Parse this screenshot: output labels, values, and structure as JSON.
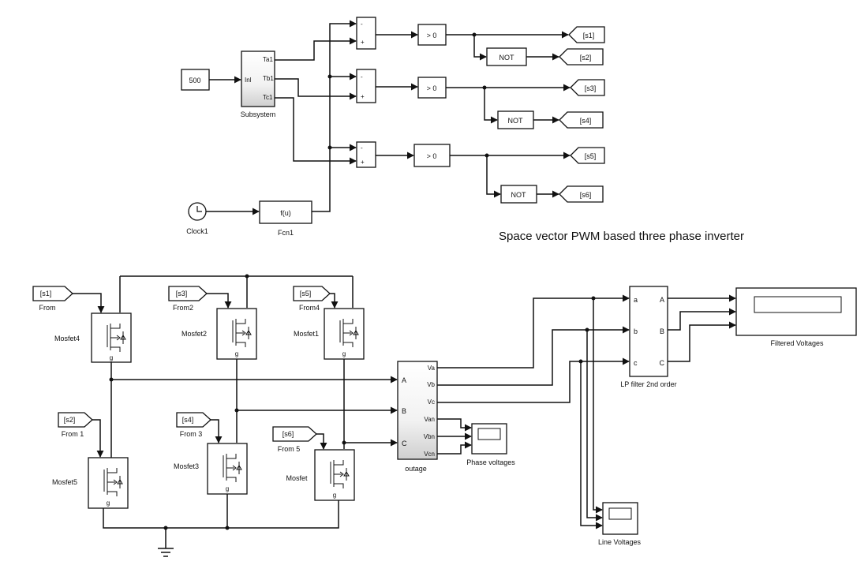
{
  "title": "Space vector PWM based three phase inverter",
  "top": {
    "constant": "500",
    "subsystem": {
      "name": "Subsystem",
      "in_port": "Inl",
      "out_ports": [
        "Ta1",
        "Tb1",
        "Tc1"
      ]
    },
    "clock": "Clock1",
    "fcn": {
      "expr": "f(u)",
      "name": "Fcn1"
    },
    "sum_signs": [
      "-",
      "+"
    ],
    "compare": "> 0",
    "not_label": "NOT",
    "gotos": [
      "[s1]",
      "[s2]",
      "[s3]",
      "[s4]",
      "[s5]",
      "[s6]"
    ]
  },
  "bottom": {
    "froms": [
      {
        "tag": "[s1]",
        "name": "From"
      },
      {
        "tag": "[s3]",
        "name": "From2"
      },
      {
        "tag": "[s5]",
        "name": "From4"
      },
      {
        "tag": "[s2]",
        "name": "From 1"
      },
      {
        "tag": "[s4]",
        "name": "From 3"
      },
      {
        "tag": "[s6]",
        "name": "From 5"
      }
    ],
    "mosfets": [
      "Mosfet4",
      "Mosfet2",
      "Mosfet1",
      "Mosfet5",
      "Mosfet3",
      "Mosfet"
    ],
    "voltage_block": {
      "name": "outage",
      "inputs": [
        "A",
        "B",
        "C"
      ],
      "outputs": [
        "Va",
        "Vb",
        "Vc",
        "Van",
        "Vbn",
        "Vcn"
      ]
    },
    "phase_scope": "Phase voltages",
    "line_scope": "Line Voltages",
    "filter": {
      "name": "LP filter 2nd order",
      "inputs": [
        "a",
        "b",
        "c"
      ],
      "outputs": [
        "A",
        "B",
        "C"
      ]
    },
    "filtered_scope": "Filtered Voltages"
  }
}
